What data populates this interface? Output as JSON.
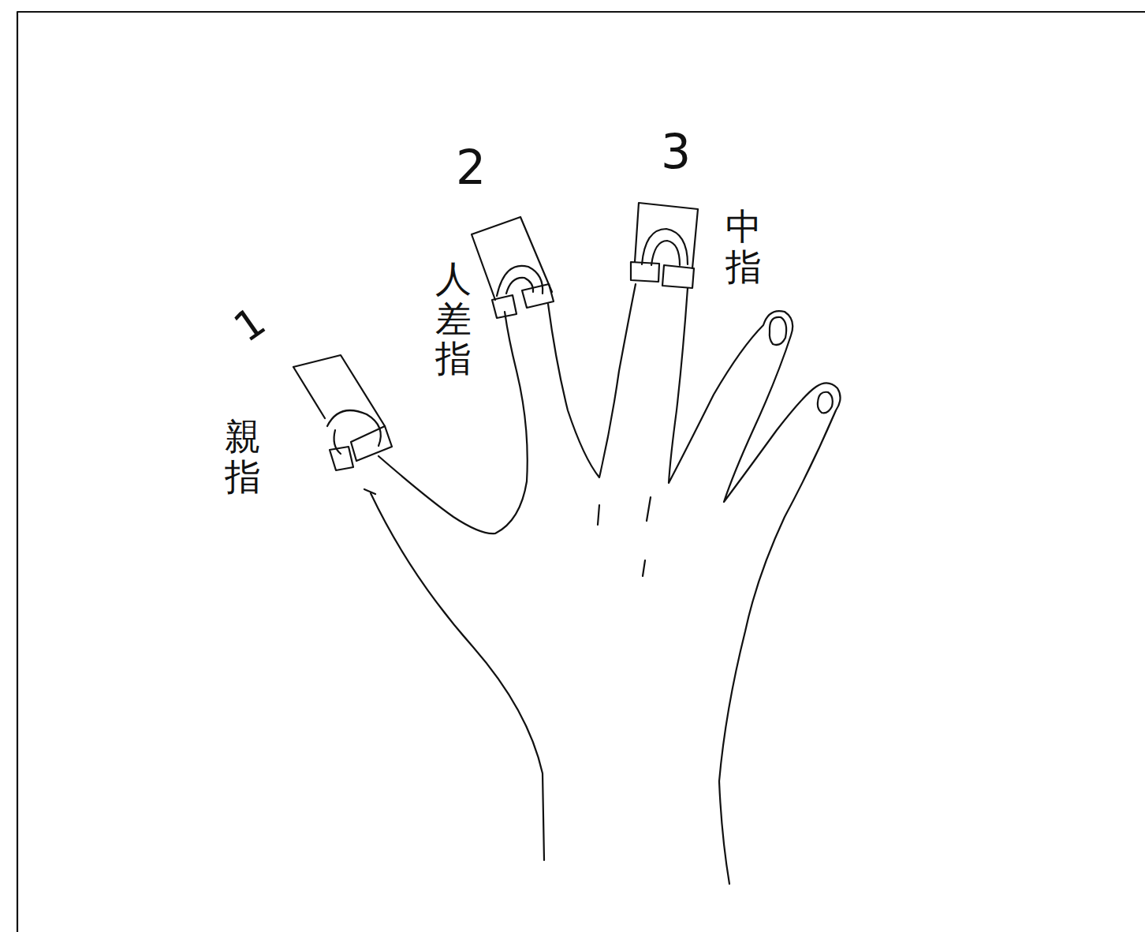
{
  "diagram": {
    "labels": [
      "1",
      "親指",
      "2",
      "人差指",
      "3",
      "中指"
    ]
  }
}
